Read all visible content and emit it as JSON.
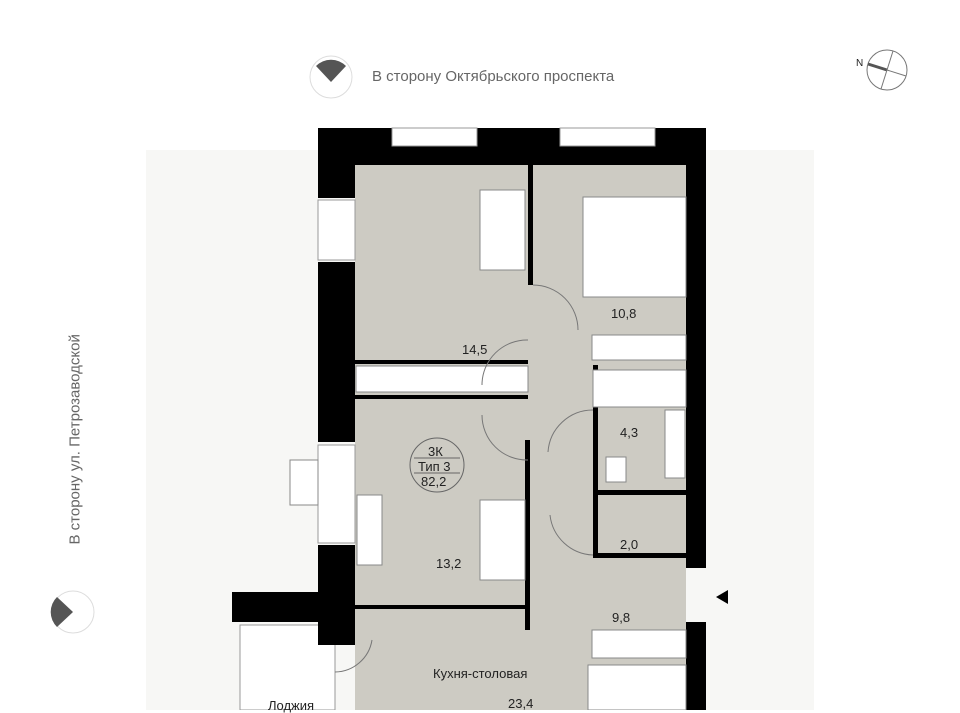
{
  "directions": {
    "top": "В сторону Октябрьского проспекта",
    "left": "В сторону ул. Петрозаводской",
    "north": "N"
  },
  "badge": {
    "rooms": "3К",
    "type": "Тип 3",
    "area": "82,2"
  },
  "rooms": [
    {
      "name": "",
      "area": "14,5"
    },
    {
      "name": "",
      "area": "10,8"
    },
    {
      "name": "",
      "area": "4,3"
    },
    {
      "name": "",
      "area": "13,2"
    },
    {
      "name": "",
      "area": "2,0"
    },
    {
      "name": "",
      "area": "9,8"
    },
    {
      "name": "Кухня-столовая",
      "area": "23,4"
    },
    {
      "name": "Лоджия",
      "area": ""
    }
  ],
  "colors": {
    "room": "#cdcbc3",
    "wall": "#000000",
    "accent": "#555555"
  }
}
